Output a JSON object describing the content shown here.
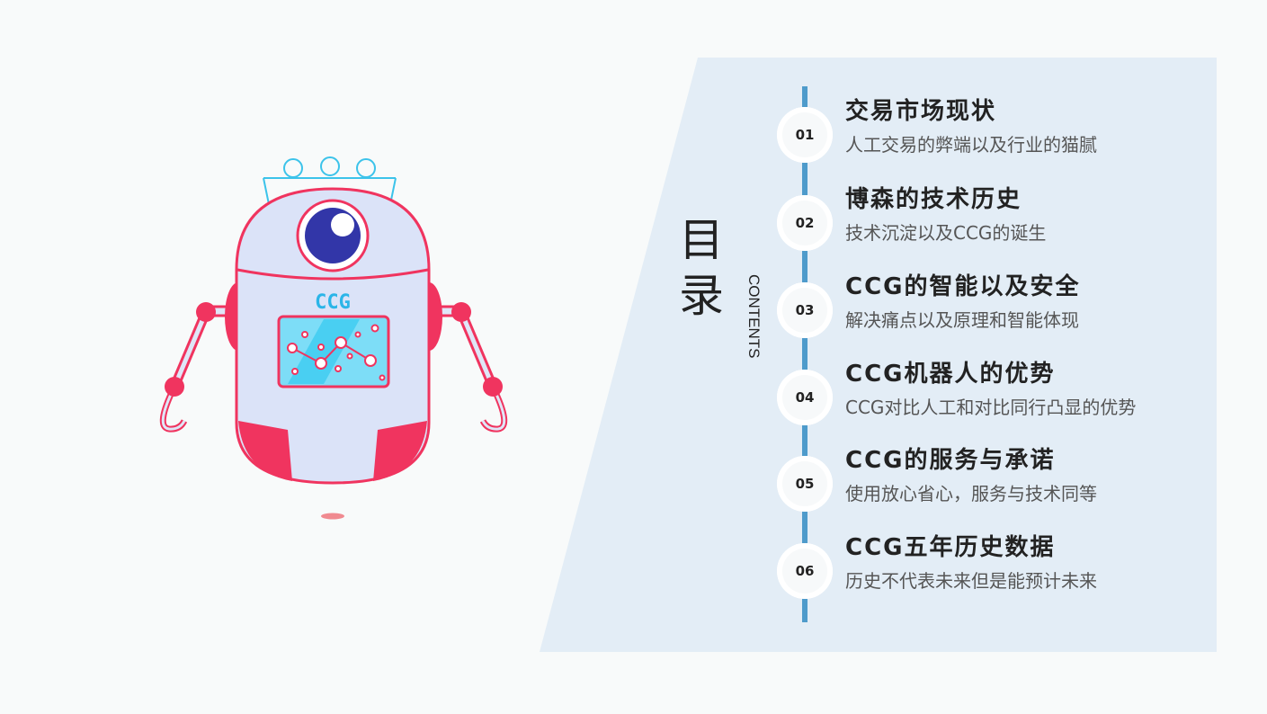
{
  "heading": {
    "title": "目录",
    "subtitle": "CONTENTS"
  },
  "brand_label": "CCG",
  "colors": {
    "background": "#f8fafa",
    "panel": "#e3edf6",
    "timeline": "#4e9bcb",
    "robot_red": "#f0345f",
    "robot_blue": "#2bb5e8"
  },
  "items": [
    {
      "number": "01",
      "title": "交易市场现状",
      "subtitle": "人工交易的弊端以及行业的猫腻"
    },
    {
      "number": "02",
      "title": "博森的技术历史",
      "subtitle": "技术沉淀以及CCG的诞生"
    },
    {
      "number": "03",
      "title": "CCG的智能以及安全",
      "subtitle": "解决痛点以及原理和智能体现"
    },
    {
      "number": "04",
      "title": "CCG机器人的优势",
      "subtitle": "CCG对比人工和对比同行凸显的优势"
    },
    {
      "number": "05",
      "title": "CCG的服务与承诺",
      "subtitle": "使用放心省心，服务与技术同等"
    },
    {
      "number": "06",
      "title": "CCG五年历史数据",
      "subtitle": "历史不代表未来但是能预计未来"
    }
  ]
}
